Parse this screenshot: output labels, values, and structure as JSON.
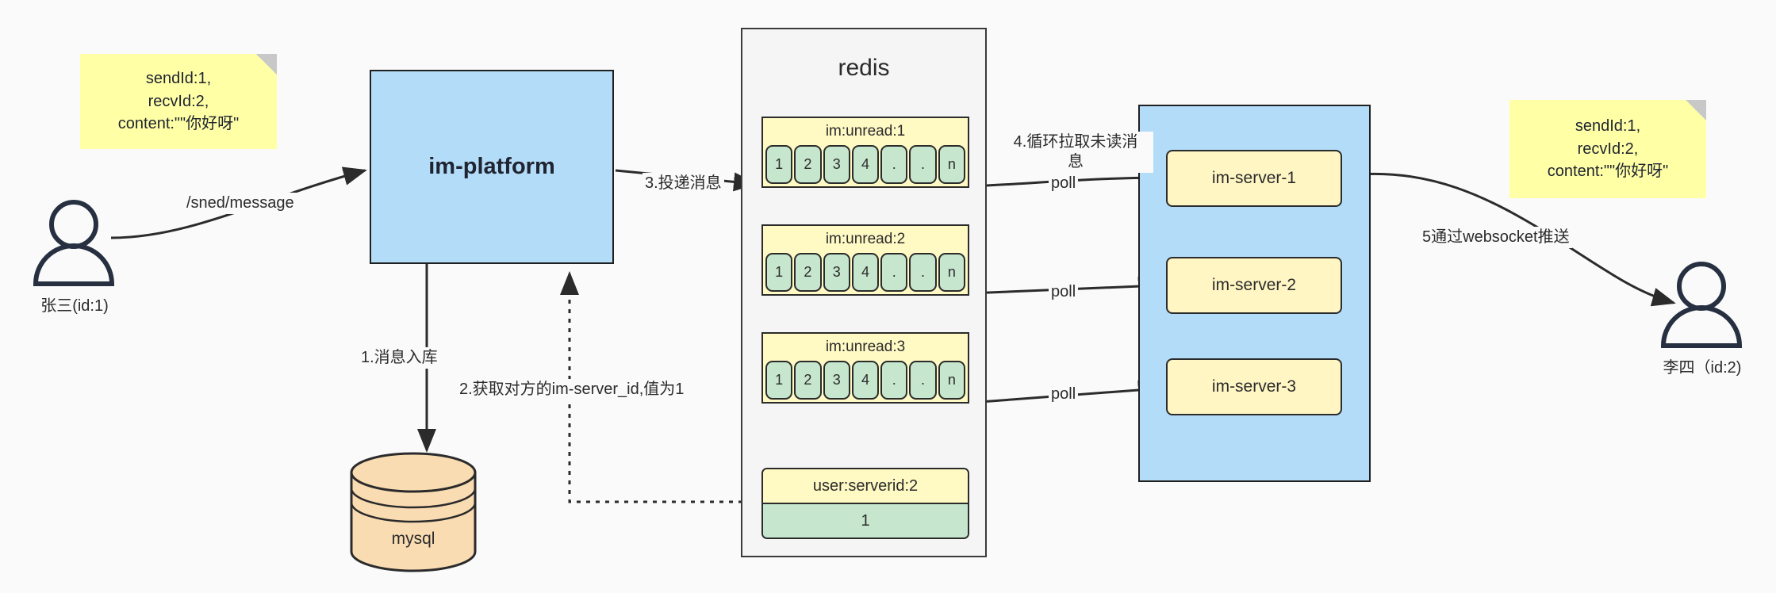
{
  "diagram": {
    "title": "IM message delivery architecture",
    "colors": {
      "note_yellow": "#ffffa6",
      "blue_fill": "#b3dcf9",
      "redis_bg": "#f5f5f5",
      "list_yellow": "#fff9c4",
      "cell_green": "#c6e6ce",
      "server_yellow": "#fff6c4",
      "db_orange": "#fadcb3",
      "stroke": "#2b2b2b",
      "page_bg": "#fafafa"
    }
  },
  "notes": {
    "left": {
      "line1": "sendId:1,",
      "line2": "recvId:2,",
      "line3": "content:\"\"你好呀\""
    },
    "right": {
      "line1": "sendId:1,",
      "line2": "recvId:2,",
      "line3": "content:\"\"你好呀\""
    }
  },
  "actors": {
    "sender": {
      "label": "张三(id:1)",
      "icon": "user-icon"
    },
    "receiver": {
      "label": "李四（id:2)",
      "icon": "user-icon"
    }
  },
  "platform": {
    "label": "im-platform"
  },
  "database": {
    "label": "mysql",
    "icon": "database-cylinder-icon"
  },
  "redis": {
    "title": "redis",
    "lists": [
      {
        "key": "im:unread:1",
        "cells": [
          "1",
          "2",
          "3",
          "4",
          ".",
          ".",
          "n"
        ]
      },
      {
        "key": "im:unread:2",
        "cells": [
          "1",
          "2",
          "3",
          "4",
          ".",
          ".",
          "n"
        ]
      },
      {
        "key": "im:unread:3",
        "cells": [
          "1",
          "2",
          "3",
          "4",
          ".",
          ".",
          "n"
        ]
      }
    ],
    "kv": {
      "key": "user:serverid:2",
      "value": "1"
    }
  },
  "servers": {
    "items": [
      {
        "label": "im-server-1"
      },
      {
        "label": "im-server-2"
      },
      {
        "label": "im-server-3"
      }
    ]
  },
  "edges": {
    "send_message": "/sned/message",
    "step1": "1.消息入库",
    "step2": "2.获取对方的im-server_id,值为1",
    "step3": "3.投递消息",
    "step4": "4.循环拉取未读消\n息",
    "step5": "5通过websocket推送",
    "poll1": "poll",
    "poll2": "poll",
    "poll3": "poll"
  }
}
